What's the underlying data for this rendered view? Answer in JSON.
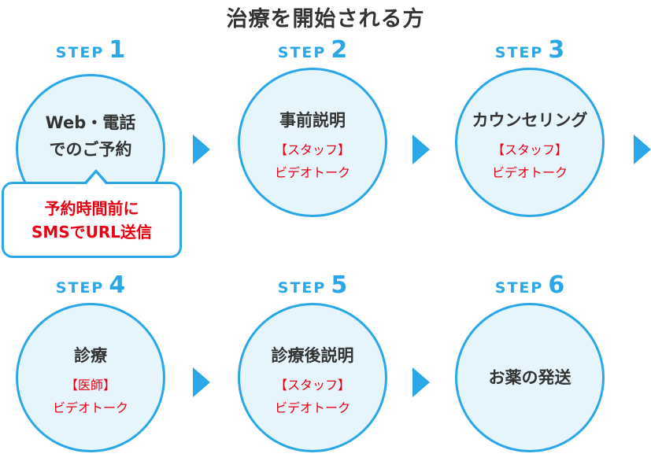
{
  "title": "治療を開始される方",
  "accent_color": "#2ba7e8",
  "circle_fill": "#e6f4fc",
  "highlight_color": "#e60012",
  "arrow_icon": "triangle-right",
  "steps": [
    {
      "label": "STEP",
      "number": "1",
      "main": "Web・電話\nでのご予約",
      "sub": ""
    },
    {
      "label": "STEP",
      "number": "2",
      "main": "事前説明",
      "sub": "【スタッフ】\nビデオトーク"
    },
    {
      "label": "STEP",
      "number": "3",
      "main": "カウンセリング",
      "sub": "【スタッフ】\nビデオトーク"
    },
    {
      "label": "STEP",
      "number": "4",
      "main": "診療",
      "sub": "【医師】\nビデオトーク"
    },
    {
      "label": "STEP",
      "number": "5",
      "main": "診療後説明",
      "sub": "【スタッフ】\nビデオトーク"
    },
    {
      "label": "STEP",
      "number": "6",
      "main": "お薬の発送",
      "sub": ""
    }
  ],
  "bubble": {
    "text": "予約時間前に\nSMSでURL送信"
  }
}
